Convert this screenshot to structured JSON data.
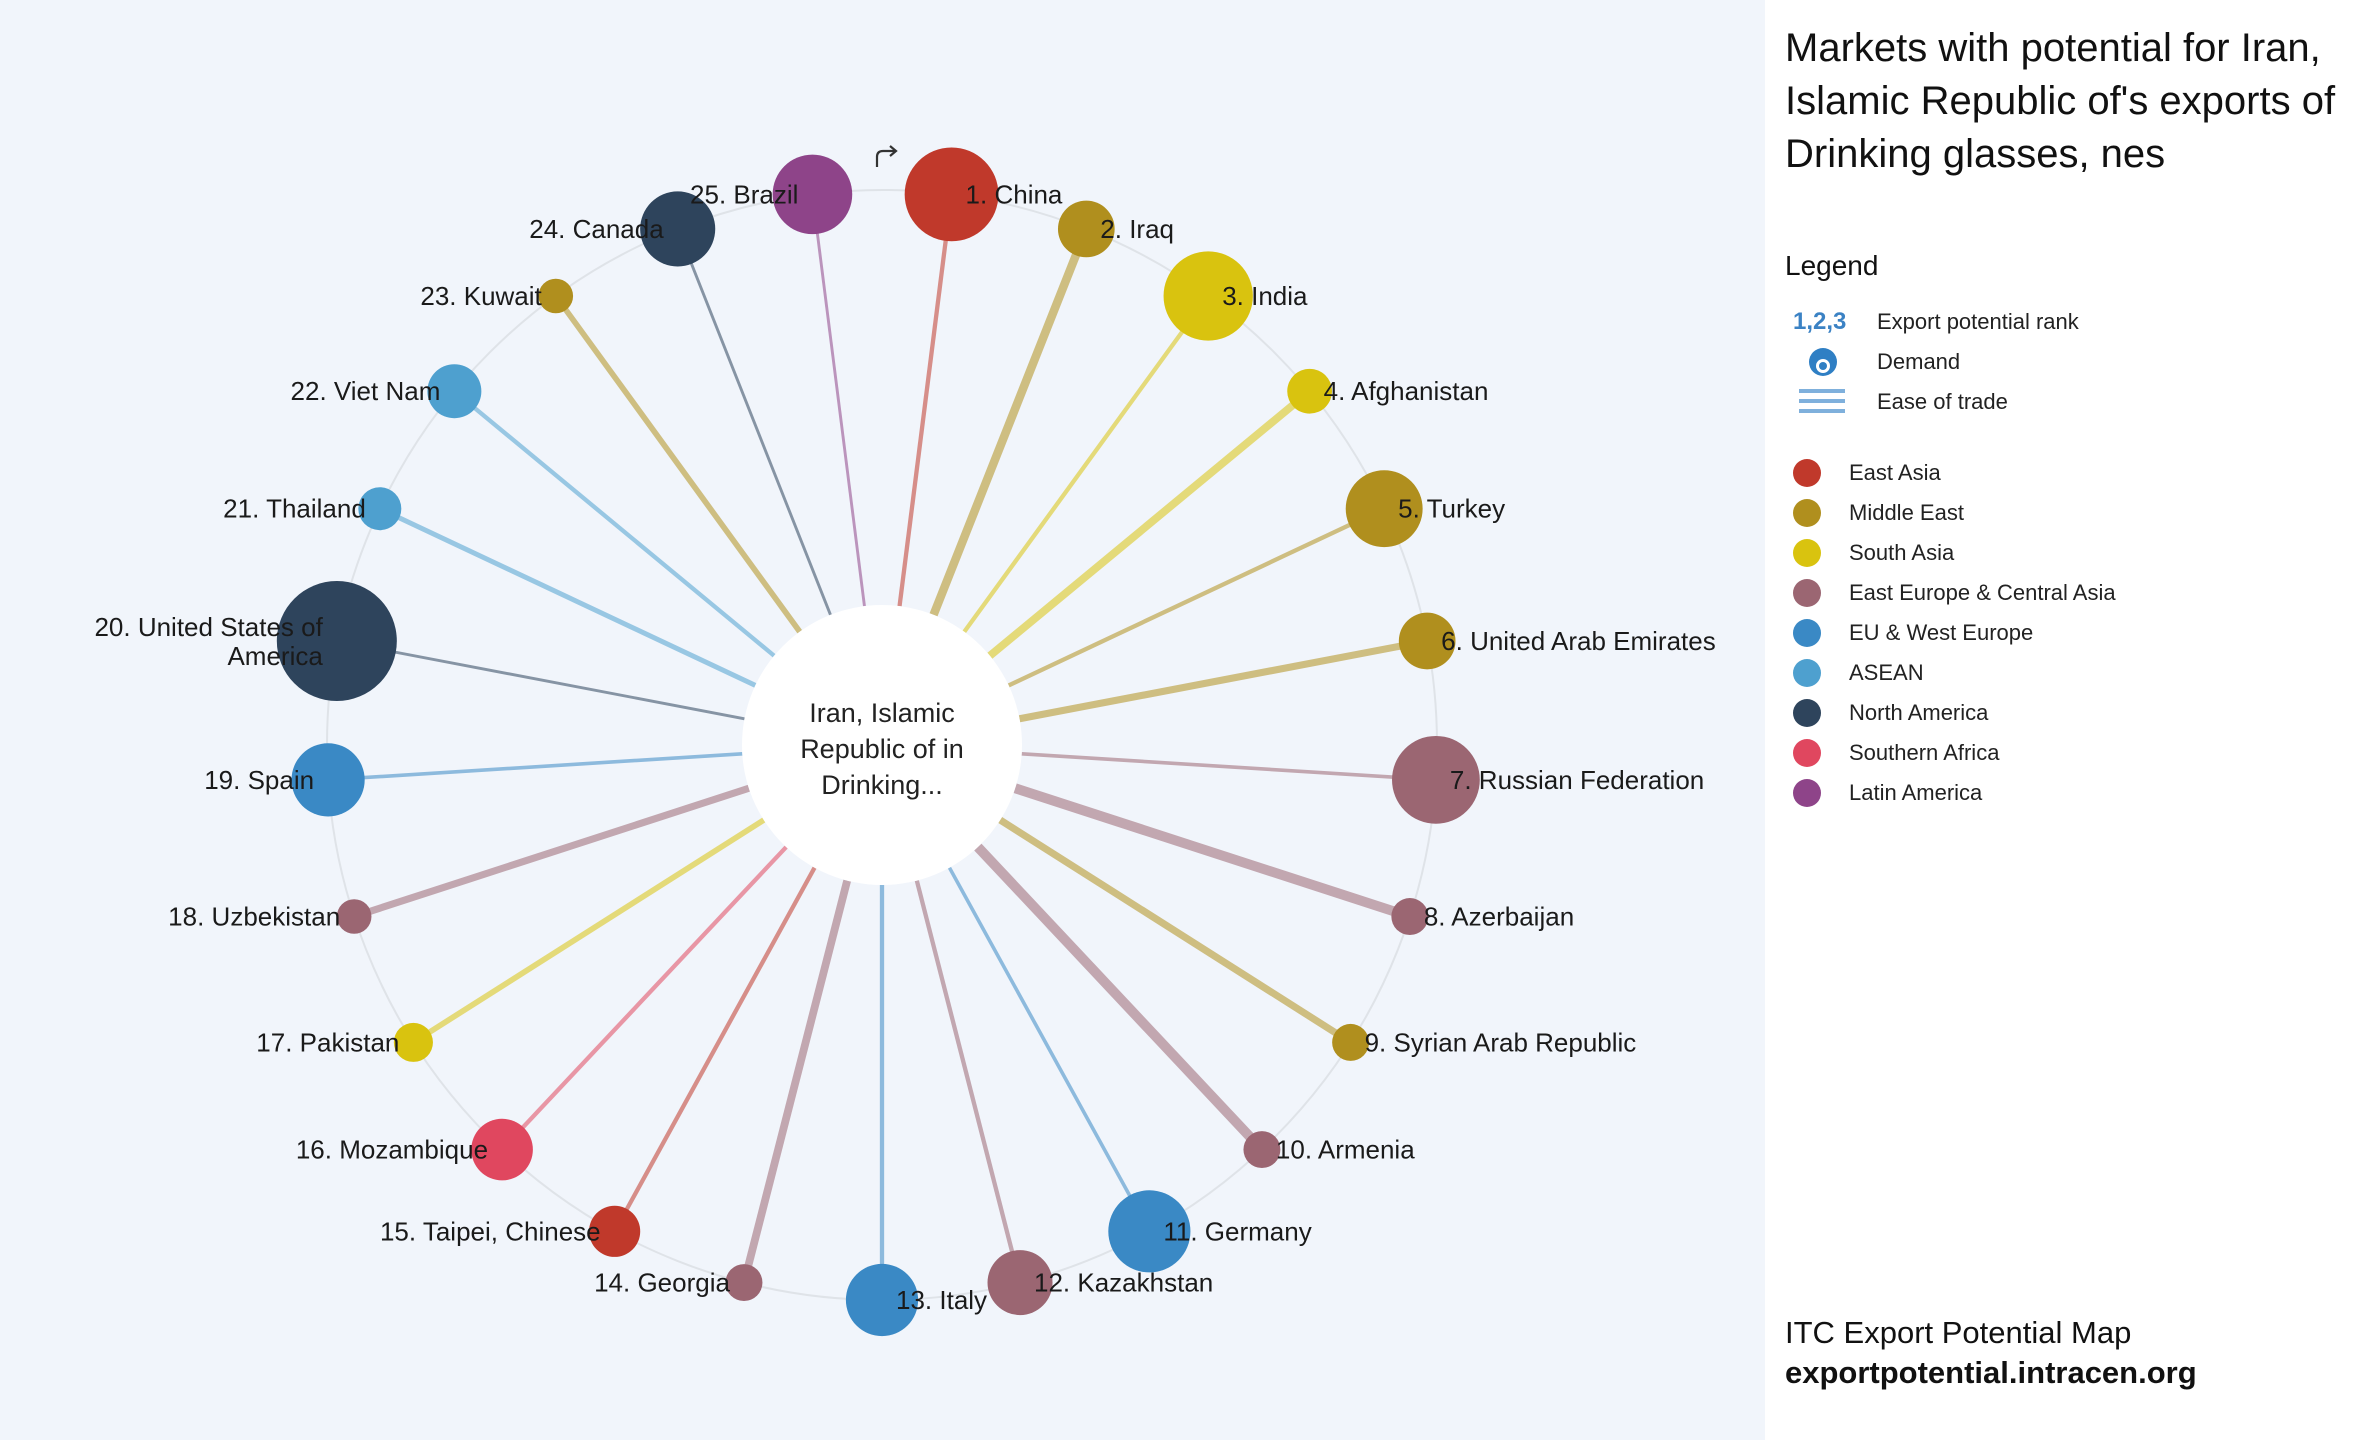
{
  "title": "Markets with potential for Iran, Islamic Republic of's exports of Drinking glasses, nes",
  "legend": {
    "title": "Legend",
    "rank_symbol": "1,2,3",
    "rank_label": "Export potential rank",
    "demand_label": "Demand",
    "ease_label": "Ease of trade",
    "demand_icon": "demand-circle-icon",
    "ease_icon": "ease-lines-icon",
    "reset_icon": "reset-arrow-icon"
  },
  "regions": [
    {
      "name": "East Asia",
      "color": "#c0392b"
    },
    {
      "name": "Middle East",
      "color": "#b08f1e"
    },
    {
      "name": "South Asia",
      "color": "#d9c30f"
    },
    {
      "name": "East Europe & Central Asia",
      "color": "#9b6672"
    },
    {
      "name": "EU & West Europe",
      "color": "#3a89c5"
    },
    {
      "name": "ASEAN",
      "color": "#4ea0cf"
    },
    {
      "name": "North America",
      "color": "#2e445c"
    },
    {
      "name": "Southern Africa",
      "color": "#e0475f"
    },
    {
      "name": "Latin America",
      "color": "#8e4489"
    }
  ],
  "footer": {
    "line1": "ITC Export Potential Map",
    "line2": "exportpotential.intracen.org"
  },
  "chart_data": {
    "type": "radial",
    "center_label": [
      "Iran, Islamic",
      "Republic of in",
      "Drinking..."
    ],
    "markets": [
      {
        "rank": 1,
        "label": "1. China",
        "region": "East Asia",
        "demand": 5.8,
        "ease": 2
      },
      {
        "rank": 2,
        "label": "2. Iraq",
        "region": "Middle East",
        "demand": 1.8,
        "ease": 5
      },
      {
        "rank": 3,
        "label": "3. India",
        "region": "South Asia",
        "demand": 5.2,
        "ease": 2
      },
      {
        "rank": 4,
        "label": "4. Afghanistan",
        "region": "South Asia",
        "demand": 1.0,
        "ease": 4.5
      },
      {
        "rank": 5,
        "label": "5. Turkey",
        "region": "Middle East",
        "demand": 3.7,
        "ease": 2
      },
      {
        "rank": 6,
        "label": "6. United Arab Emirates",
        "region": "Middle East",
        "demand": 1.8,
        "ease": 4
      },
      {
        "rank": 7,
        "label": "7. Russian Federation",
        "region": "East Europe & Central Asia",
        "demand": 5.0,
        "ease": 1.5
      },
      {
        "rank": 8,
        "label": "8. Azerbaijan",
        "region": "East Europe & Central Asia",
        "demand": 0.6,
        "ease": 6
      },
      {
        "rank": 9,
        "label": "9. Syrian Arab Republic",
        "region": "Middle East",
        "demand": 0.6,
        "ease": 4
      },
      {
        "rank": 10,
        "label": "10. Armenia",
        "region": "East Europe & Central Asia",
        "demand": 0.6,
        "ease": 6
      },
      {
        "rank": 11,
        "label": "11. Germany",
        "region": "EU & West Europe",
        "demand": 4.3,
        "ease": 1.5
      },
      {
        "rank": 12,
        "label": "12. Kazakhstan",
        "region": "East Europe & Central Asia",
        "demand": 2.5,
        "ease": 2
      },
      {
        "rank": 13,
        "label": "13. Italy",
        "region": "EU & West Europe",
        "demand": 3.2,
        "ease": 2
      },
      {
        "rank": 14,
        "label": "14. Georgia",
        "region": "East Europe & Central Asia",
        "demand": 0.6,
        "ease": 4.5
      },
      {
        "rank": 15,
        "label": "15. Taipei, Chinese",
        "region": "East Asia",
        "demand": 1.4,
        "ease": 2
      },
      {
        "rank": 16,
        "label": "16. Mozambique",
        "region": "Southern Africa",
        "demand": 2.2,
        "ease": 2
      },
      {
        "rank": 17,
        "label": "17. Pakistan",
        "region": "South Asia",
        "demand": 0.7,
        "ease": 3
      },
      {
        "rank": 18,
        "label": "18. Uzbekistan",
        "region": "East Europe & Central Asia",
        "demand": 0.5,
        "ease": 4
      },
      {
        "rank": 19,
        "label": "19. Spain",
        "region": "EU & West Europe",
        "demand": 3.3,
        "ease": 1.5
      },
      {
        "rank": 20,
        "label": "20. United States of America",
        "region": "North America",
        "demand": 10,
        "ease": 1
      },
      {
        "rank": 21,
        "label": "21. Thailand",
        "region": "ASEAN",
        "demand": 0.9,
        "ease": 2.5
      },
      {
        "rank": 22,
        "label": "22. Viet Nam",
        "region": "ASEAN",
        "demand": 1.6,
        "ease": 2
      },
      {
        "rank": 23,
        "label": "23. Kuwait",
        "region": "Middle East",
        "demand": 0.5,
        "ease": 3
      },
      {
        "rank": 24,
        "label": "24. Canada",
        "region": "North America",
        "demand": 3.5,
        "ease": 1
      },
      {
        "rank": 25,
        "label": "25. Brazil",
        "region": "Latin America",
        "demand": 4.0,
        "ease": 1
      }
    ]
  }
}
